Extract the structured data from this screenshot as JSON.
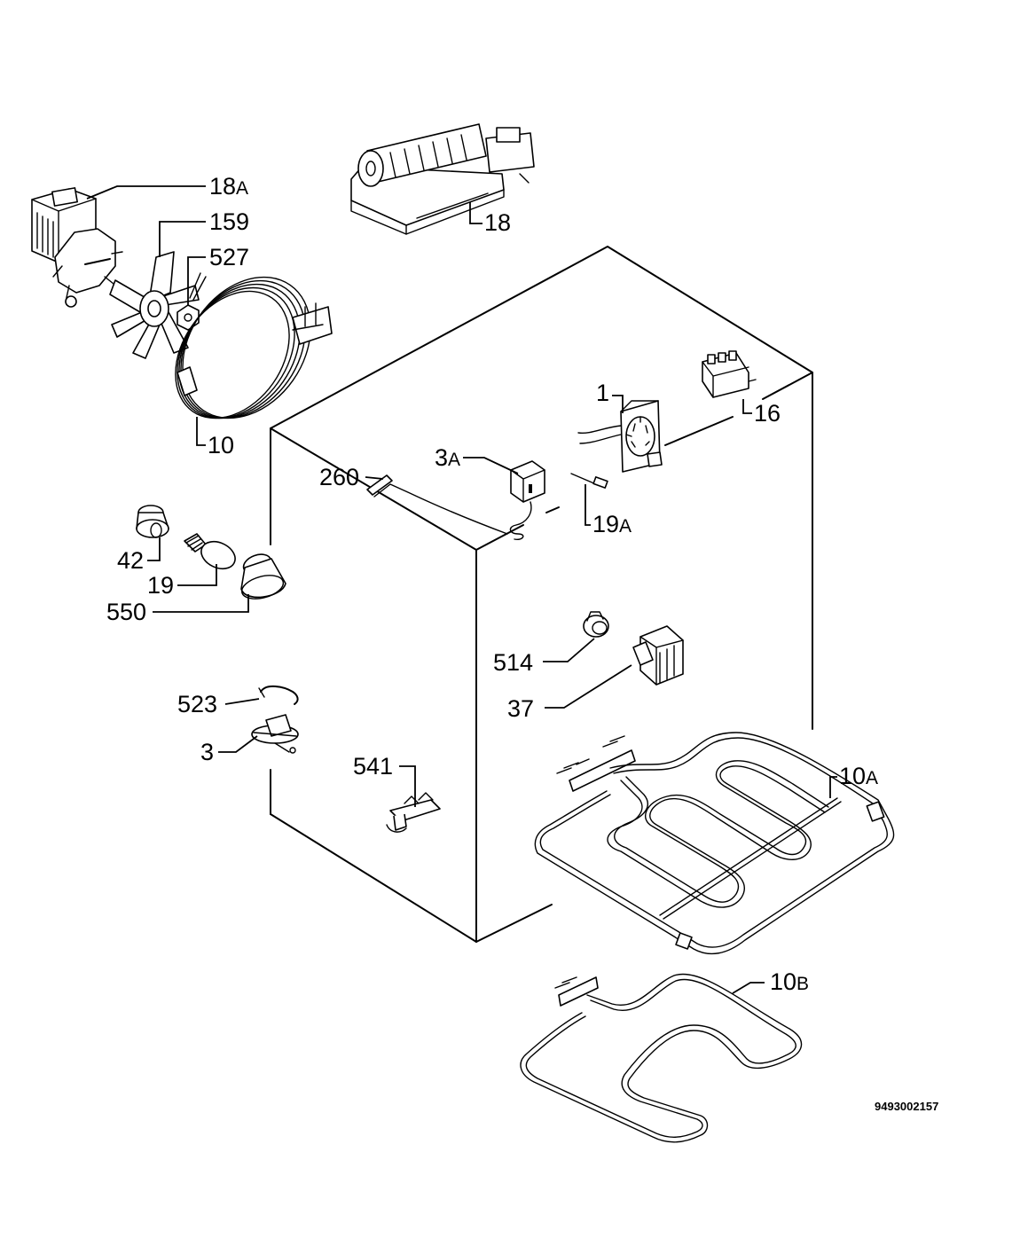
{
  "diagram_code": "9493002157",
  "callouts": [
    {
      "key": "18a",
      "num": "18",
      "suffix": "A"
    },
    {
      "key": "159",
      "num": "159",
      "suffix": ""
    },
    {
      "key": "527",
      "num": "527",
      "suffix": ""
    },
    {
      "key": "10",
      "num": "10",
      "suffix": ""
    },
    {
      "key": "18",
      "num": "18",
      "suffix": ""
    },
    {
      "key": "1",
      "num": "1",
      "suffix": ""
    },
    {
      "key": "16",
      "num": "16",
      "suffix": ""
    },
    {
      "key": "3a",
      "num": "3",
      "suffix": "A"
    },
    {
      "key": "260",
      "num": "260",
      "suffix": ""
    },
    {
      "key": "19a",
      "num": "19",
      "suffix": "A"
    },
    {
      "key": "42",
      "num": "42",
      "suffix": ""
    },
    {
      "key": "19",
      "num": "19",
      "suffix": ""
    },
    {
      "key": "550",
      "num": "550",
      "suffix": ""
    },
    {
      "key": "514",
      "num": "514",
      "suffix": ""
    },
    {
      "key": "37",
      "num": "37",
      "suffix": ""
    },
    {
      "key": "523",
      "num": "523",
      "suffix": ""
    },
    {
      "key": "3",
      "num": "3",
      "suffix": ""
    },
    {
      "key": "541",
      "num": "541",
      "suffix": ""
    },
    {
      "key": "10a",
      "num": "10",
      "suffix": "A"
    },
    {
      "key": "10b",
      "num": "10",
      "suffix": "B"
    }
  ]
}
